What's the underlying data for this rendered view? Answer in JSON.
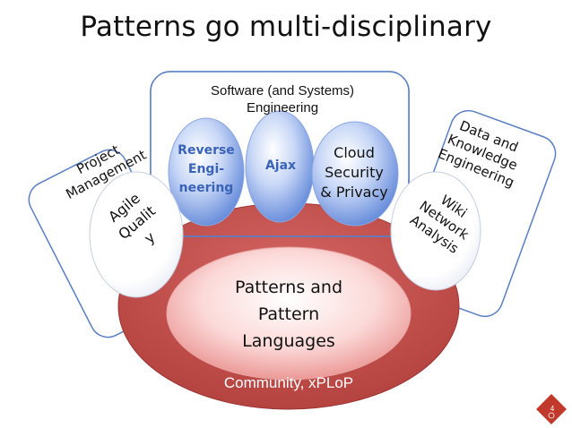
{
  "slide": {
    "title": "Patterns go multi-disciplinary",
    "page_number": "4"
  },
  "diagram": {
    "software_engineering": "Software (and Systems)\nEngineering",
    "reverse_engineering": "Reverse\nEngi-\nneering",
    "ajax": "Ajax",
    "cloud_security": "Cloud\nSecurity\n& Privacy",
    "core": "Patterns and\nPattern\nLanguages",
    "community": "Community, xPLoP",
    "project_management": "Project\nManagement",
    "agile_quality": "Agile\nQualit\ny",
    "data_knowledge": "Data and\nKnowledge\nEngineering",
    "wiki_network": "Wiki\nNetwork\nAnalysis"
  },
  "colors": {
    "outer_red": "#c0504d",
    "inner_pink": "#f5b0ae",
    "bubble_blue": "#6f93e0",
    "box_border": "#5a7fc4",
    "badge": "#c0392b"
  }
}
